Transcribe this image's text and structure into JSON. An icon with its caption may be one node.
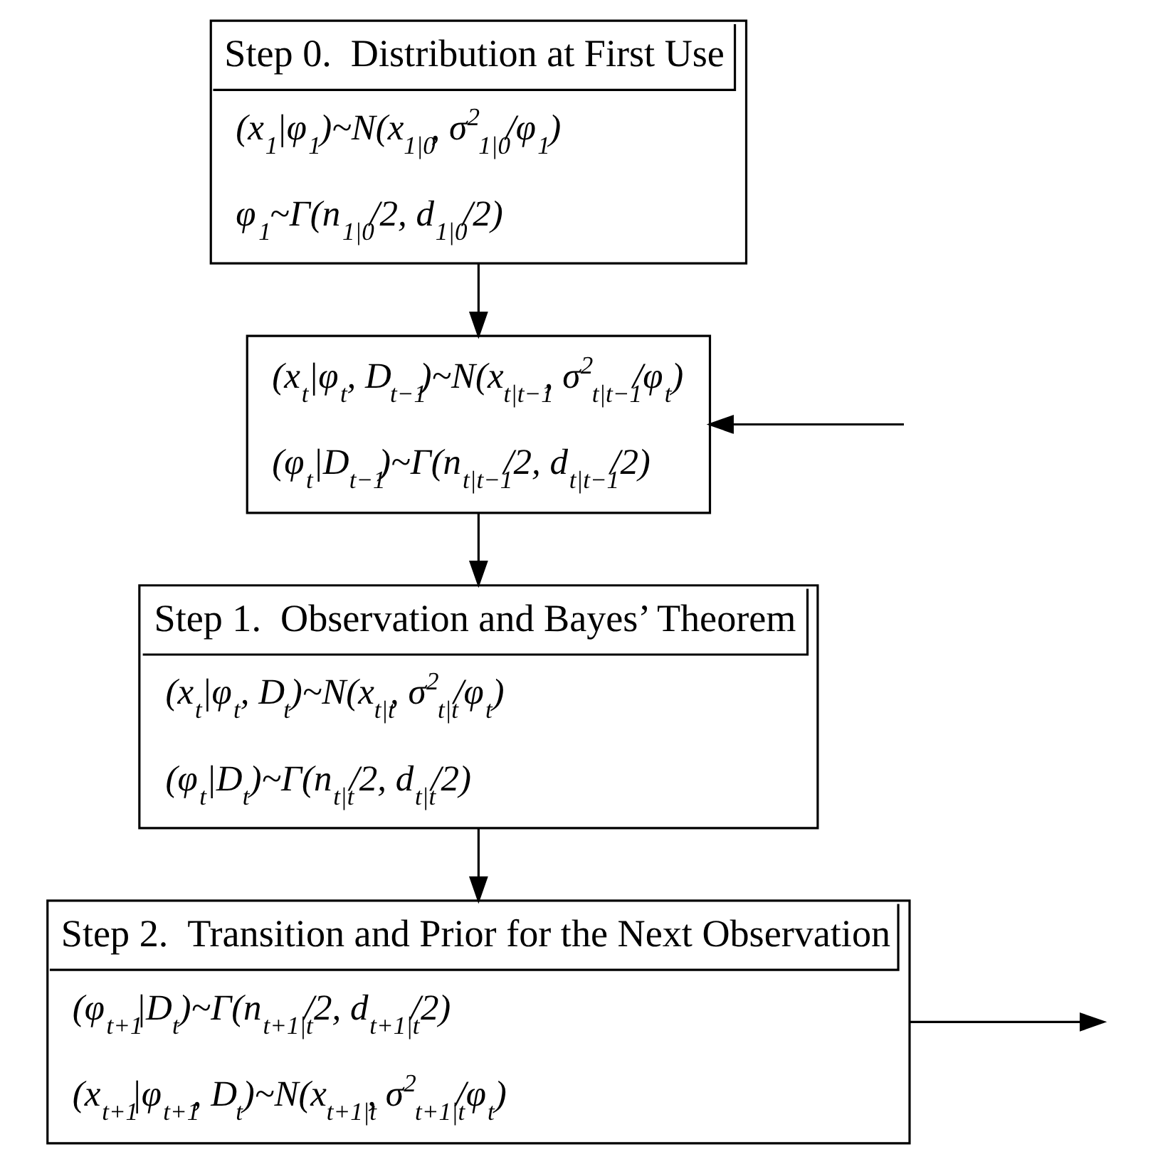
{
  "diagram": {
    "nodes": [
      {
        "text": [
          "Step 0.  Distribution at First Use",
          "(x$_{1}$|φ$_{1}$)~N(x$_{1|0}$, σ$^{2}$$_{1|0}$/φ$_{1}$)",
          "φ$_{1}$~Γ(n$_{1|0}$/2, d$_{1|0}$/2)"
        ]
      },
      {
        "text": [
          "(x$_{t}$|φ$_{t}$, D$_{t−1}$)~N(x$_{t|t−1}$, σ$^{2}$$_{t|t−1}$/φ$_{t}$)",
          "(φ$_{t}$|D$_{t−1}$)~Γ(n$_{t|t−1}$/2, d$_{t|t−1}$/2)"
        ]
      },
      {
        "text": [
          "Step 1.  Observation and Bayes’ Theorem",
          "(x$_{t}$|φ$_{t}$, D$_{t}$)~N(x$_{t|t}$, σ$^{2}$$_{t|t}$/φ$_{t}$)",
          "(φ$_{t}$|D$_{t}$)~Γ(n$_{t|t}$/2, d$_{t|t}$/2)"
        ]
      },
      {
        "text": [
          "Step 2.  Transition and Prior for the Next Observation",
          "(φ$_{t+1}$|D$_{t}$)~Γ(n$_{t+1|t}$/2, d$_{t+1|t}$/2)",
          "(x$_{t+1}$|φ$_{t+1}$, D$_{t}$)~N(x$_{t+1|t}$, σ$^{2}$$_{t+1|t}$/φ$_{t}$)"
        ]
      }
    ],
    "edges": [
      {
        "from": 0,
        "to": 1,
        "arrow": "to"
      },
      {
        "from": 1,
        "to": 2,
        "arrow": "to"
      },
      {
        "from": 2,
        "to": 3,
        "arrow": "to"
      },
      {
        "from": null,
        "to": 1,
        "arrow": "to"
      },
      {
        "from": 3,
        "to": null,
        "arrow": "to"
      }
    ]
  }
}
